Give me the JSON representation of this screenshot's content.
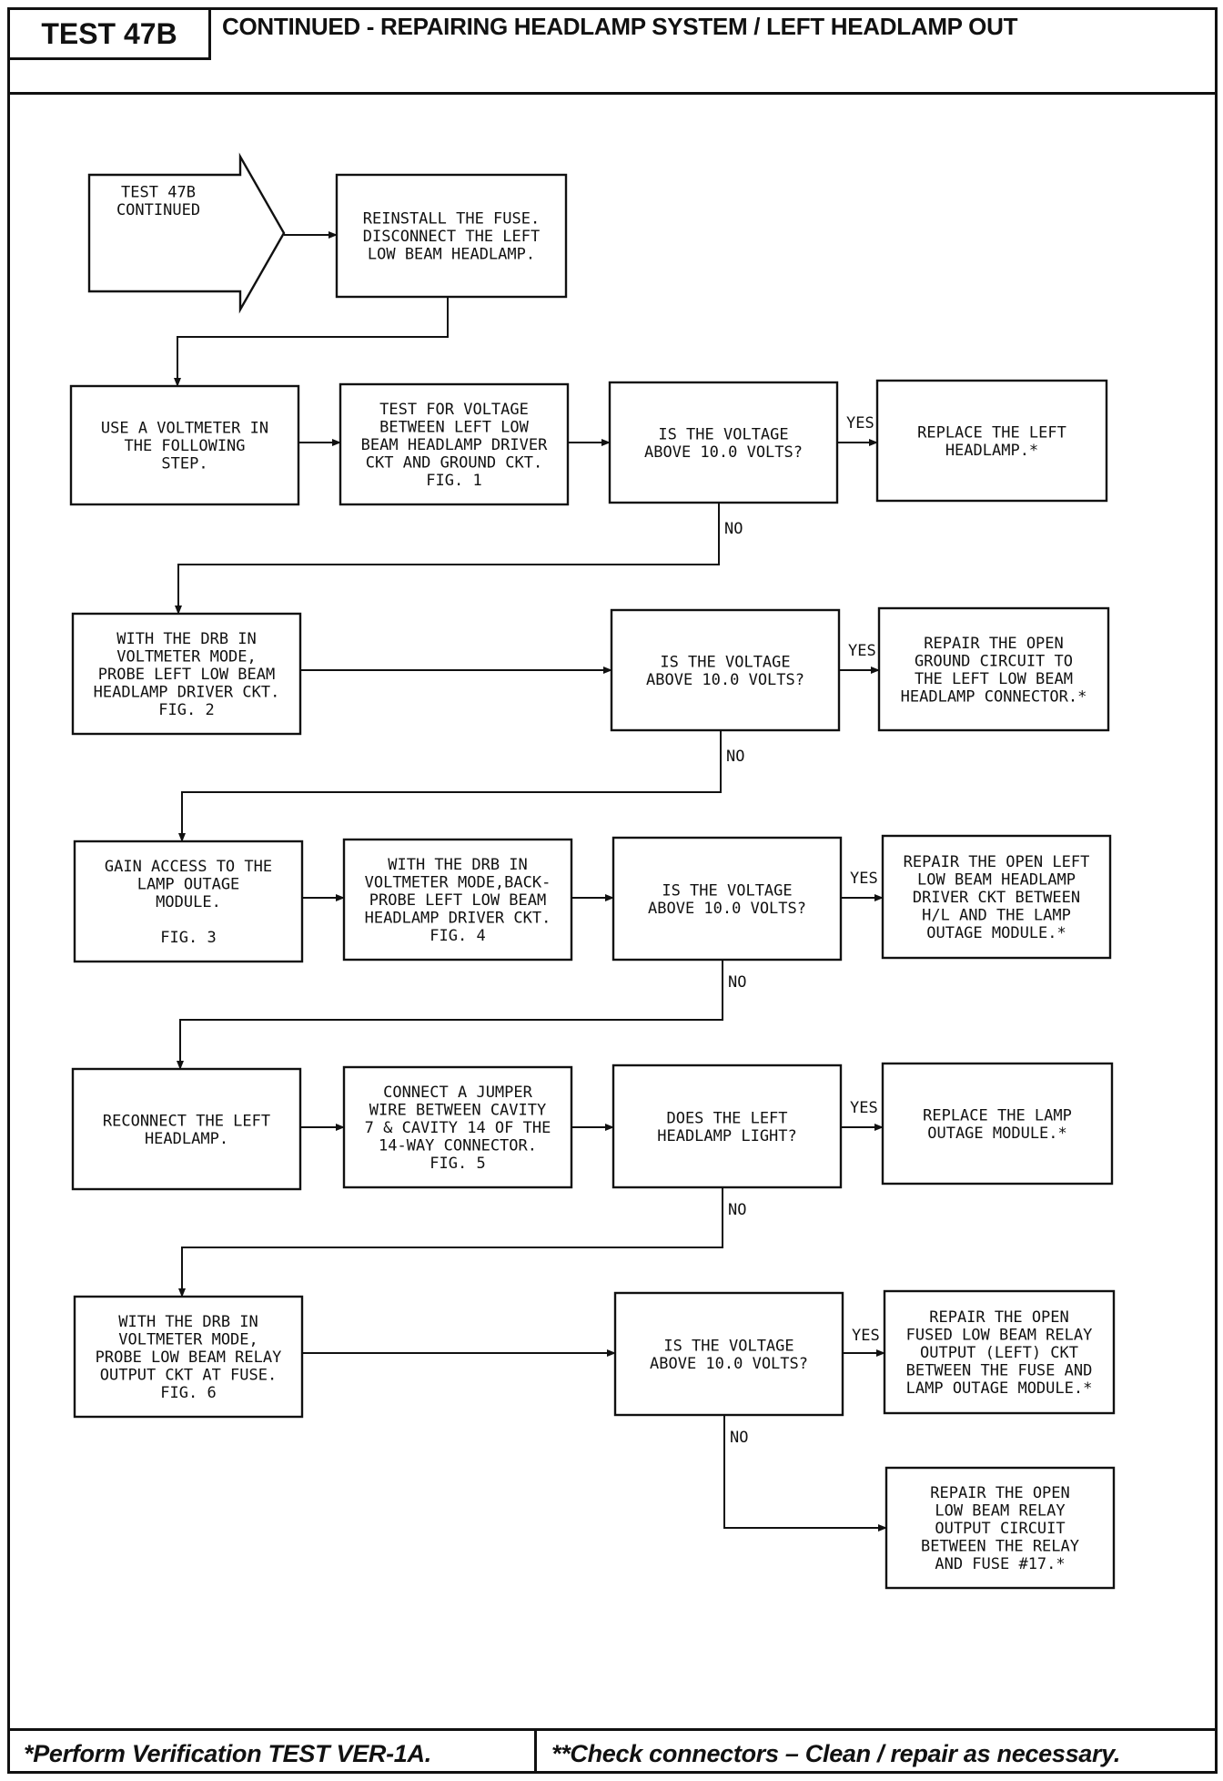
{
  "header": {
    "test_id": "TEST 47B",
    "title": "CONTINUED - REPAIRING HEADLAMP SYSTEM / LEFT HEADLAMP OUT"
  },
  "nodes": {
    "start": [
      "TEST 47B",
      "CONTINUED"
    ],
    "reinstall": [
      "REINSTALL THE FUSE.",
      "DISCONNECT THE LEFT",
      "LOW BEAM HEADLAMP."
    ],
    "use_voltmeter": [
      "USE A VOLTMETER IN",
      "THE FOLLOWING",
      "STEP."
    ],
    "test_voltage": [
      "TEST FOR VOLTAGE",
      "BETWEEN LEFT LOW",
      "BEAM HEADLAMP DRIVER",
      "CKT AND GROUND CKT.",
      "FIG. 1"
    ],
    "q1": [
      "IS THE VOLTAGE",
      "ABOVE 10.0 VOLTS?"
    ],
    "replace_left": [
      "REPLACE THE LEFT",
      "HEADLAMP.*"
    ],
    "drb_probe": [
      "WITH THE DRB IN",
      "VOLTMETER MODE,",
      "PROBE LEFT LOW BEAM",
      "HEADLAMP DRIVER CKT.",
      "FIG. 2"
    ],
    "q2": [
      "IS THE VOLTAGE",
      "ABOVE 10.0 VOLTS?"
    ],
    "repair_ground": [
      "REPAIR THE OPEN",
      "GROUND CIRCUIT TO",
      "THE LEFT LOW BEAM",
      "HEADLAMP CONNECTOR.*"
    ],
    "gain_access": [
      "GAIN ACCESS TO THE",
      "LAMP OUTAGE",
      "MODULE.",
      "",
      "FIG. 3"
    ],
    "backprobe": [
      "WITH THE DRB IN",
      "VOLTMETER MODE,BACK-",
      "PROBE LEFT LOW BEAM",
      "HEADLAMP DRIVER CKT.",
      "FIG. 4"
    ],
    "q3": [
      "IS THE VOLTAGE",
      "ABOVE 10.0 VOLTS?"
    ],
    "repair_driver": [
      "REPAIR THE OPEN LEFT",
      "LOW BEAM HEADLAMP",
      "DRIVER CKT BETWEEN",
      "H/L AND THE LAMP",
      "OUTAGE MODULE.*"
    ],
    "reconnect": [
      "RECONNECT THE LEFT",
      "HEADLAMP."
    ],
    "jumper": [
      "CONNECT A JUMPER",
      "WIRE BETWEEN CAVITY",
      "7 & CAVITY 14 OF THE",
      "14-WAY CONNECTOR.",
      "FIG. 5"
    ],
    "q4": [
      "DOES THE LEFT",
      "HEADLAMP LIGHT?"
    ],
    "replace_module": [
      "REPLACE THE LAMP",
      "OUTAGE MODULE.*"
    ],
    "drb_relay": [
      "WITH THE DRB IN",
      "VOLTMETER MODE,",
      "PROBE LOW BEAM RELAY",
      "OUTPUT CKT AT FUSE.",
      "FIG. 6"
    ],
    "q5": [
      "IS THE VOLTAGE",
      "ABOVE 10.0 VOLTS?"
    ],
    "repair_fused": [
      "REPAIR THE OPEN",
      "FUSED LOW BEAM RELAY",
      "OUTPUT (LEFT) CKT",
      "BETWEEN THE FUSE AND",
      "LAMP OUTAGE MODULE.*"
    ],
    "repair_relay": [
      "REPAIR THE OPEN",
      "LOW BEAM RELAY",
      "OUTPUT CIRCUIT",
      "BETWEEN THE RELAY",
      "AND FUSE #17.*"
    ]
  },
  "labels": {
    "yes": "YES",
    "no": "NO"
  },
  "footer": {
    "left": "*Perform Verification TEST VER-1A.",
    "right": "**Check connectors – Clean / repair as necessary."
  }
}
